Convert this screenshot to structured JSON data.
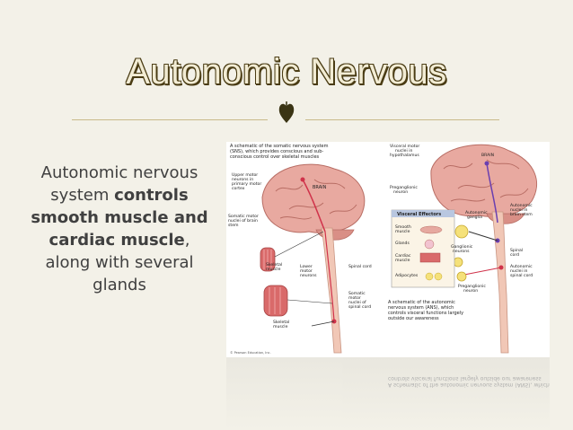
{
  "slide": {
    "title": "Autonomic Nervous",
    "bullet": {
      "marker": "",
      "text_1": "Autonomic nervous system ",
      "bold_1": "controls smooth muscle and cardiac muscle",
      "text_2": ", along with several glands"
    }
  },
  "figure": {
    "sns_caption": "A schematic of the somatic nervous system (SNS), which provides conscious and subconscious control over skeletal muscles",
    "ans_caption": "A schematic of the autonomic nervous system (ANS), which controls visceral functions largely outside our awareness",
    "left_labels": {
      "upper_motor": "Upper motor neurons in primary motor cortex",
      "somatic_nuclei_brainstem": "Somatic motor nuclei of brain stem",
      "brain": "BRAIN",
      "skeletal_muscle_1": "Skeletal muscle",
      "lower_motor": "Lower motor neurons",
      "spinal_cord": "Spinal cord",
      "somatic_nuclei_spinal": "Somatic motor nuclei of spinal cord",
      "skeletal_muscle_2": "Skeletal muscle"
    },
    "right_labels": {
      "visceral_motor_nuclei": "Visceral motor nuclei in hypothalamus",
      "brain": "BRAIN",
      "preganglionic_neuron": "Preganglionic neuron",
      "visceral_effectors": "Visceral Effectors",
      "smooth_muscle": "Smooth muscle",
      "glands": "Glands",
      "cardiac_muscle": "Cardiac muscle",
      "adipocytes": "Adipocytes",
      "autonomic_ganglia": "Autonomic ganglia",
      "ganglionic_neurons": "Ganglionic neurons",
      "preganglionic_neuron_2": "Preganglionic neuron",
      "autonomic_nuclei_brainstem": "Autonomic nuclei in brain stem",
      "spinal_cord": "Spinal cord",
      "autonomic_nuclei_spinal": "Autonomic nuclei in spinal cord"
    },
    "copyright": "© Pearson Education, Inc."
  },
  "colors": {
    "background": "#f3f1e8",
    "title_fill": "#f2ecd4",
    "title_outline": "#4a3c14",
    "text": "#404040",
    "brain": "#e8a9a0",
    "spinal_cord": "#f1c7b6",
    "motor_path": "#d0324a",
    "visceral_path": "#6a3fb0"
  },
  "icons": {
    "ornament": "heart-ornament-icon",
    "bullet": "square-bullet-icon"
  }
}
